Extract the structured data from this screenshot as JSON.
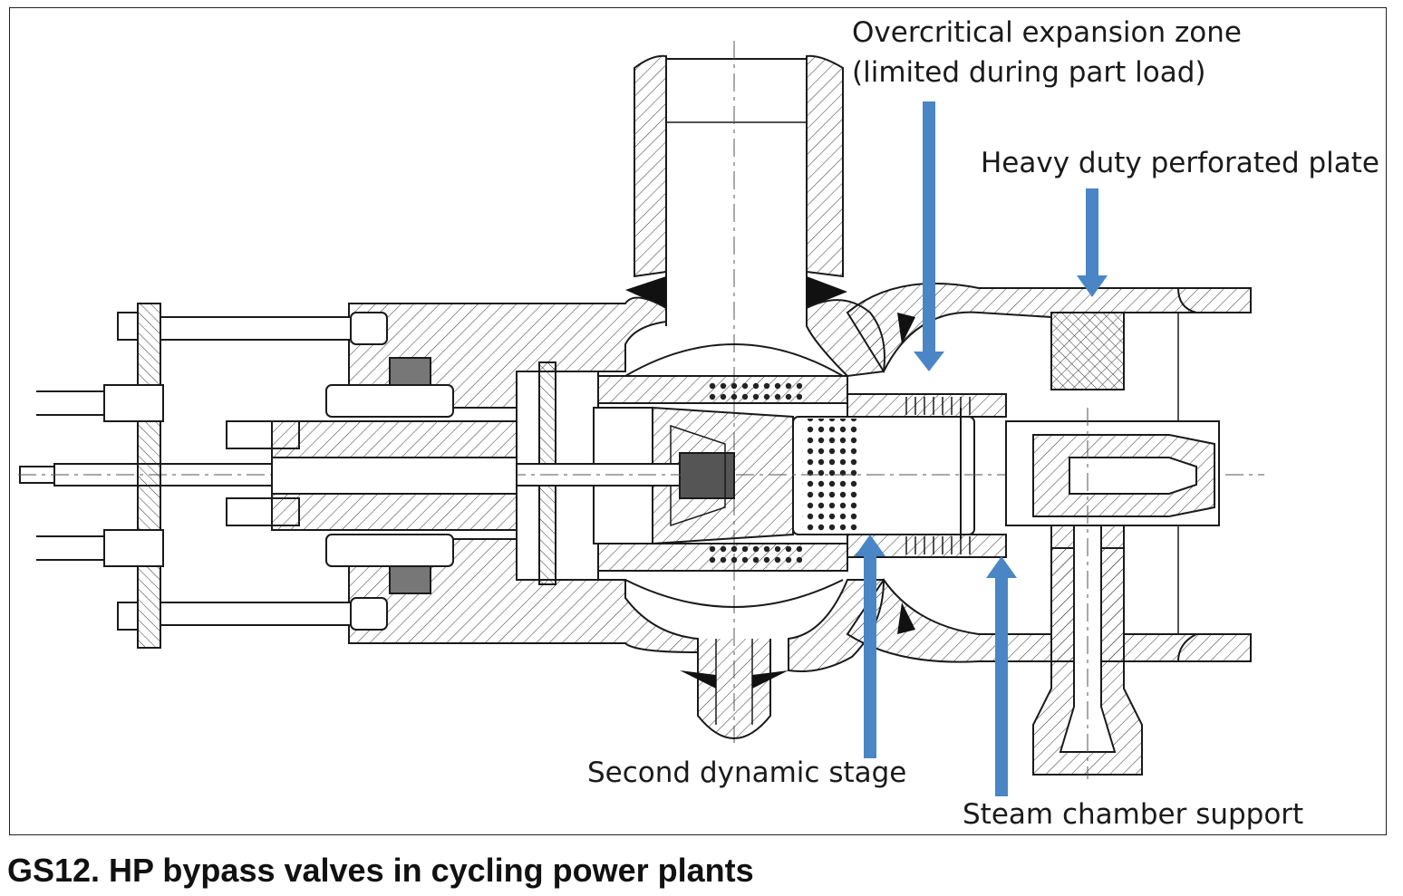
{
  "figure": {
    "labels": {
      "expansion_zone_line1": "Overcritical expansion zone",
      "expansion_zone_line2": "(limited during part load)",
      "perforated_plate": "Heavy duty perforated plate",
      "second_stage": "Second dynamic stage",
      "chamber_support": "Steam chamber support"
    },
    "arrow_color": "#4a86c5",
    "line_color": "#1a1a1a"
  },
  "caption": "GS12. HP bypass valves in cycling power plants"
}
